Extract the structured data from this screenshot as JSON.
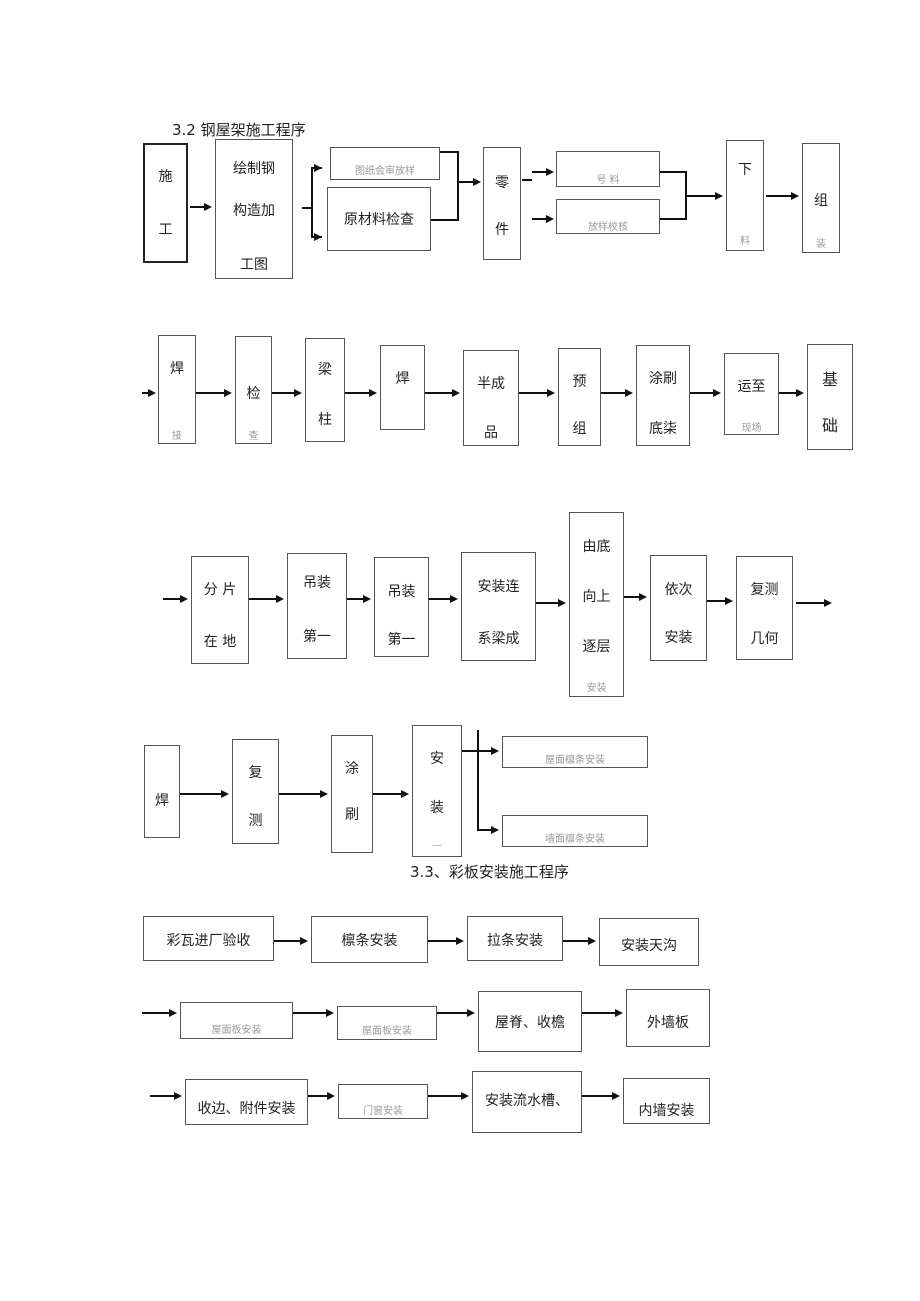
{
  "section_32": {
    "title": "3.2 钢屋架施工程序",
    "row1": {
      "shigong": [
        "施",
        "工"
      ],
      "drawing": [
        "绘制钢",
        "构造加",
        "工图"
      ],
      "review": "图纸会审放样",
      "material_check": "原材料检查",
      "parts": [
        "零",
        "件"
      ],
      "layout": "号   料",
      "qc": "放样校核",
      "cutting": [
        "下",
        "料"
      ],
      "assembly": [
        "组",
        "装"
      ]
    },
    "row2": {
      "weld1": [
        "焊",
        "接"
      ],
      "inspect": [
        "检",
        "查"
      ],
      "beam": [
        "梁",
        "柱"
      ],
      "weld2": "焊",
      "semi": [
        "半成",
        "品"
      ],
      "preassembly": [
        "预",
        "组"
      ],
      "primer": [
        "涂刷",
        "底柒"
      ],
      "transport": [
        "运至",
        "现场"
      ],
      "foundation": [
        "基",
        "础"
      ]
    },
    "row3": {
      "split": [
        "分 片",
        "在 地"
      ],
      "hoist1": [
        "吊装",
        "第一"
      ],
      "hoist2": [
        "吊装",
        "第一"
      ],
      "tie": [
        "安装连",
        "系梁成"
      ],
      "bottom_up": [
        "由底",
        "向上",
        "逐层",
        "安装"
      ],
      "sequential": [
        "依次",
        "安装"
      ],
      "recheck": [
        "复测",
        "几何"
      ]
    },
    "row4": {
      "weld": "焊",
      "recheck": [
        "复",
        "测"
      ],
      "paint": [
        "涂",
        "刷"
      ],
      "install": [
        "安",
        "装",
        "—"
      ],
      "out1": "屋面檩条安装",
      "out2": "墙面檩条安装"
    }
  },
  "section_33": {
    "title": "3.3、彩板安装施工程序",
    "row1": [
      "彩瓦进厂验收",
      "檩条安装",
      "拉条安装",
      "安装天沟"
    ],
    "row2": [
      "屋面板安装",
      "屋面板安装",
      "屋脊、收檐",
      "外墙板"
    ],
    "row3": [
      "收边、附件安装",
      "门窗安装",
      "安装流水槽、",
      "内墙安装"
    ]
  }
}
